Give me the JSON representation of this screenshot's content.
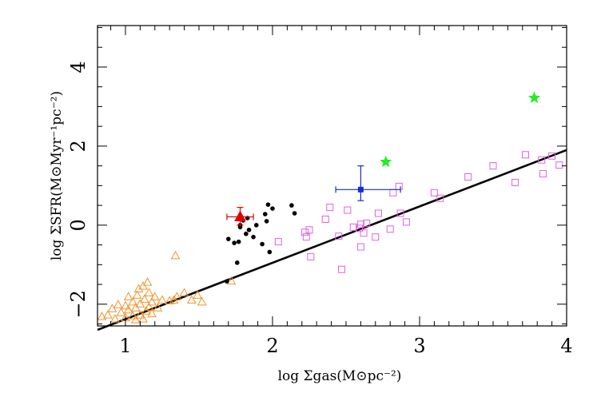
{
  "chart_data": {
    "type": "scatter",
    "title": "",
    "xlabel": "log Σgas(M⊙pc⁻²)",
    "ylabel": "log ΣSFR(M⊙Myr⁻¹pc⁻²)",
    "xlim": [
      0.81,
      4.0
    ],
    "ylim": [
      -2.55,
      5.05
    ],
    "x_ticks": [
      1,
      2,
      3,
      4
    ],
    "y_ticks": [
      -2,
      0,
      2,
      4
    ],
    "grid": false,
    "colors": {
      "orange": "#f0922a",
      "magenta": "#e060e0",
      "black": "#000000",
      "red": "#e00000",
      "blue": "#1030d0",
      "green": "#22ee22"
    },
    "series": [
      {
        "marker": "open-triangle",
        "color": "orange",
        "points": [
          [
            0.84,
            -2.32
          ],
          [
            0.88,
            -2.28
          ],
          [
            0.91,
            -2.12
          ],
          [
            0.93,
            -2.38
          ],
          [
            0.95,
            -2.02
          ],
          [
            0.97,
            -2.22
          ],
          [
            1.0,
            -2.35
          ],
          [
            1.0,
            -2.05
          ],
          [
            1.02,
            -1.82
          ],
          [
            1.02,
            -2.15
          ],
          [
            1.05,
            -2.3
          ],
          [
            1.05,
            -1.95
          ],
          [
            1.07,
            -2.4
          ],
          [
            1.07,
            -2.1
          ],
          [
            1.08,
            -1.78
          ],
          [
            1.09,
            -1.62
          ],
          [
            1.1,
            -2.28
          ],
          [
            1.1,
            -2.0
          ],
          [
            1.12,
            -2.38
          ],
          [
            1.12,
            -1.55
          ],
          [
            1.13,
            -1.88
          ],
          [
            1.14,
            -2.18
          ],
          [
            1.15,
            -1.45
          ],
          [
            1.16,
            -2.08
          ],
          [
            1.16,
            -1.72
          ],
          [
            1.18,
            -1.95
          ],
          [
            1.18,
            -2.25
          ],
          [
            1.2,
            -1.82
          ],
          [
            1.22,
            -2.1
          ],
          [
            1.25,
            -1.9
          ],
          [
            1.3,
            -1.92
          ],
          [
            1.33,
            -1.9
          ],
          [
            1.34,
            -0.78
          ],
          [
            1.35,
            -1.82
          ],
          [
            1.4,
            -1.72
          ],
          [
            1.45,
            -1.9
          ],
          [
            1.49,
            -1.78
          ],
          [
            1.52,
            -1.95
          ],
          [
            1.72,
            -1.42
          ]
        ]
      },
      {
        "marker": "open-square",
        "color": "magenta",
        "points": [
          [
            2.04,
            -0.42
          ],
          [
            2.22,
            -0.18
          ],
          [
            2.23,
            -0.3
          ],
          [
            2.25,
            -0.12
          ],
          [
            2.26,
            -0.8
          ],
          [
            2.36,
            0.15
          ],
          [
            2.39,
            0.45
          ],
          [
            2.45,
            -0.28
          ],
          [
            2.47,
            -1.12
          ],
          [
            2.51,
            0.38
          ],
          [
            2.55,
            -0.05
          ],
          [
            2.59,
            -0.08
          ],
          [
            2.6,
            -0.55
          ],
          [
            2.6,
            0.02
          ],
          [
            2.62,
            -0.2
          ],
          [
            2.64,
            0.05
          ],
          [
            2.7,
            -0.3
          ],
          [
            2.72,
            0.3
          ],
          [
            2.8,
            -0.1
          ],
          [
            2.82,
            0.82
          ],
          [
            2.86,
            0.98
          ],
          [
            2.87,
            0.3
          ],
          [
            2.91,
            0.08
          ],
          [
            3.1,
            0.82
          ],
          [
            3.14,
            0.68
          ],
          [
            3.33,
            1.22
          ],
          [
            3.5,
            1.5
          ],
          [
            3.65,
            1.08
          ],
          [
            3.72,
            1.78
          ],
          [
            3.83,
            1.65
          ],
          [
            3.84,
            1.3
          ],
          [
            3.9,
            1.75
          ],
          [
            3.95,
            1.52
          ]
        ]
      },
      {
        "marker": "filled-circle",
        "color": "black",
        "points": [
          [
            1.69,
            -1.42
          ],
          [
            1.7,
            -0.35
          ],
          [
            1.74,
            -0.45
          ],
          [
            1.76,
            -0.95
          ],
          [
            1.77,
            -0.42
          ],
          [
            1.78,
            0.0
          ],
          [
            1.78,
            -0.05
          ],
          [
            1.8,
            0.12
          ],
          [
            1.82,
            -0.22
          ],
          [
            1.83,
            0.18
          ],
          [
            1.84,
            -0.12
          ],
          [
            1.87,
            -0.3
          ],
          [
            1.89,
            0.0
          ],
          [
            1.93,
            -0.48
          ],
          [
            1.95,
            0.28
          ],
          [
            1.96,
            0.1
          ],
          [
            1.97,
            0.52
          ],
          [
            1.98,
            -0.68
          ],
          [
            2.0,
            0.42
          ],
          [
            2.13,
            0.5
          ],
          [
            2.15,
            0.3
          ]
        ]
      },
      {
        "marker": "filled-triangle",
        "color": "red",
        "points": [
          [
            1.78,
            0.21
          ]
        ],
        "xerr": 0.09,
        "yerr": [
          0.21,
          0.24
        ]
      },
      {
        "marker": "filled-square",
        "color": "blue",
        "points": [
          [
            2.6,
            0.9
          ]
        ],
        "xerr": [
          0.17,
          0.27
        ],
        "yerr": [
          0.28,
          0.6
        ]
      },
      {
        "marker": "filled-star",
        "color": "green",
        "points": [
          [
            2.77,
            1.6
          ],
          [
            3.78,
            3.22
          ]
        ]
      }
    ],
    "fit_line": {
      "x": [
        0.81,
        4.0
      ],
      "y": [
        -2.65,
        1.9
      ]
    }
  }
}
